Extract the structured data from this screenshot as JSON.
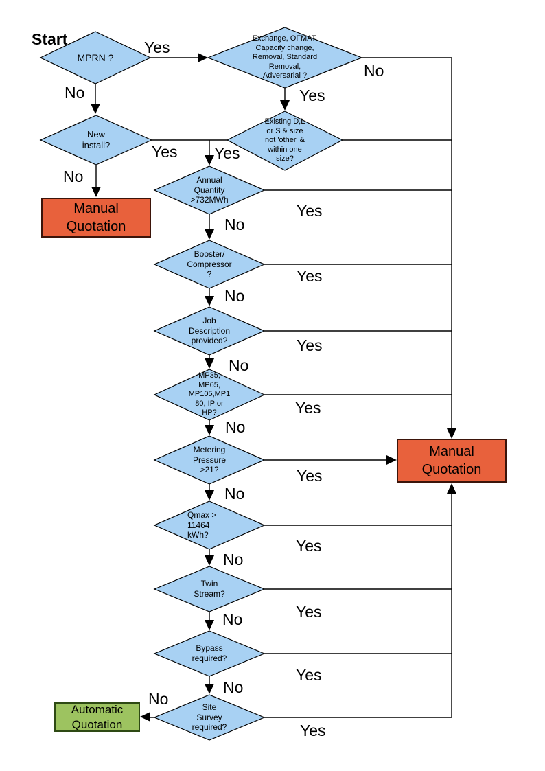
{
  "colors": {
    "diamond_fill": "#A8D1F3",
    "manual_box_fill": "#E8613C",
    "auto_box_fill": "#9DC360",
    "line": "#000000"
  },
  "nodes": {
    "start_label": "Start",
    "mprn": {
      "label": "MPRN ?"
    },
    "exchange": {
      "label": "Exchange, OFMAT,\nCapacity change,\nRemoval, Standard\nRemoval,\nAdversarial ?"
    },
    "new_install": {
      "label": "New\ninstall?"
    },
    "existing": {
      "label": "Existing D,L\nor S & size\nnot 'other' &\nwithin one\nsize?"
    },
    "annual_quantity": {
      "label": "Annual\nQuantity\n>732MWh"
    },
    "booster": {
      "label": "Booster/\nCompressor\n?"
    },
    "job_description": {
      "label": "Job\nDescription\nprovided?"
    },
    "mp_tier": {
      "label": "MP35,\nMP65,\nMP105,MP1\n80, IP or\nHP?"
    },
    "metering_pressure": {
      "label": "Metering\nPressure\n>21?"
    },
    "qmax": {
      "label": "Qmax >\n11464\nkWh?"
    },
    "twin_stream": {
      "label": "Twin\nStream?"
    },
    "bypass": {
      "label": "Bypass\nrequired?"
    },
    "site_survey": {
      "label": "Site\nSurvey\nrequired?"
    },
    "manual_quotation_left": {
      "label": "Manual\nQuotation"
    },
    "manual_quotation_right": {
      "label": "Manual\nQuotation"
    },
    "automatic_quotation": {
      "label": "Automatic\nQuotation"
    }
  },
  "edge_labels": {
    "mprn_yes": "Yes",
    "mprn_no": "No",
    "exchange_no": "No",
    "exchange_yes": "Yes",
    "new_install_yes": "Yes",
    "existing_yes": "Yes",
    "new_install_no": "No",
    "annual_yes": "Yes",
    "annual_no": "No",
    "booster_yes": "Yes",
    "booster_no": "No",
    "job_yes": "Yes",
    "job_no": "No",
    "mp_yes": "Yes",
    "mp_no": "No",
    "metering_yes": "Yes",
    "metering_no": "No",
    "qmax_yes": "Yes",
    "qmax_no": "No",
    "twin_yes": "Yes",
    "twin_no": "No",
    "bypass_yes": "Yes",
    "bypass_no": "No",
    "site_no": "No",
    "site_yes": "Yes"
  }
}
